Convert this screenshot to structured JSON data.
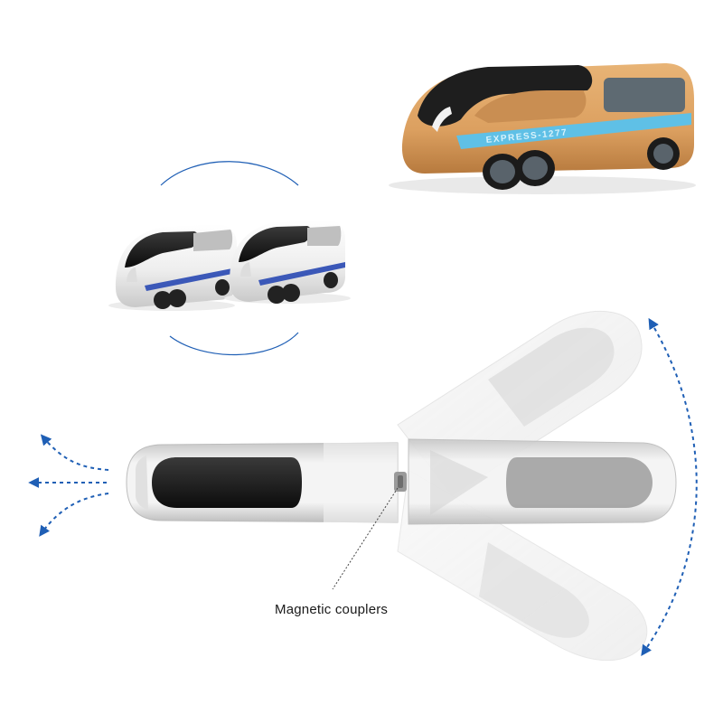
{
  "wooden_train": {
    "side_text": "EXPRESS-1277",
    "body_color": "#dca060",
    "stripe_color": "#5fc0e6",
    "nose_color": "#1e1e1e"
  },
  "annotation": {
    "label": "Magnetic couplers"
  },
  "colors": {
    "arrow_blue": "#1f5fb5",
    "white_body": "#f2f2f2",
    "stripe_blue": "#3b58b8"
  },
  "icons": [
    "rotation-arc",
    "curved-arrow",
    "dotted-leader"
  ]
}
